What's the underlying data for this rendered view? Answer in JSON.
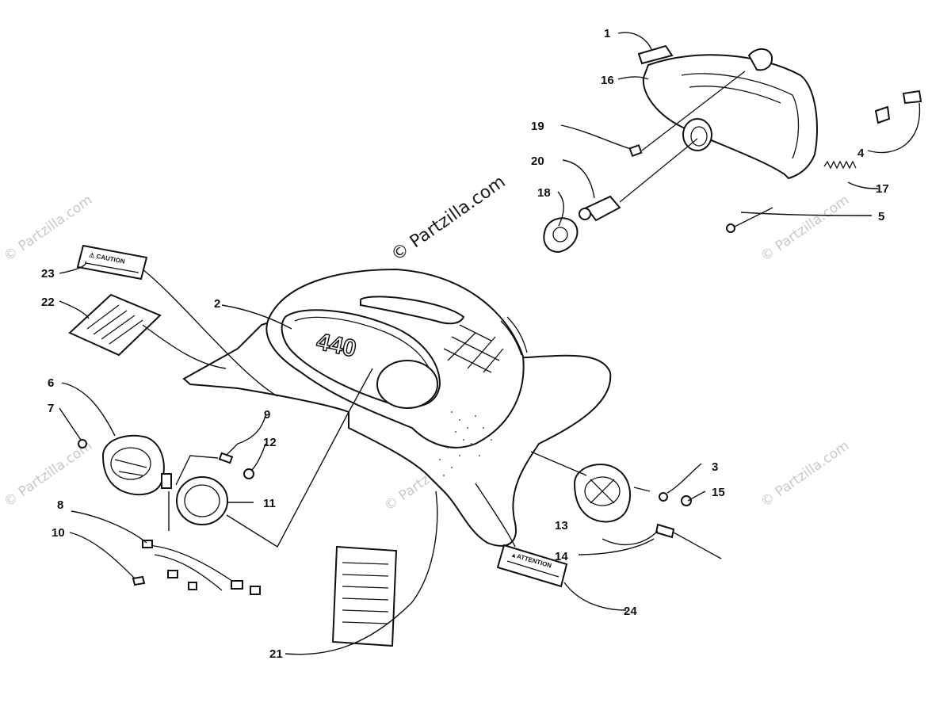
{
  "watermarks": {
    "main": "© Partzilla.com",
    "faint": "© Partzilla.com"
  },
  "decals": {
    "caution": "⚠ CAUTION",
    "attention": "▲ATTENTION",
    "model_number": "440"
  },
  "callouts": [
    {
      "id": "1",
      "label": "1"
    },
    {
      "id": "2",
      "label": "2"
    },
    {
      "id": "3",
      "label": "3"
    },
    {
      "id": "4",
      "label": "4"
    },
    {
      "id": "5",
      "label": "5"
    },
    {
      "id": "6",
      "label": "6"
    },
    {
      "id": "7",
      "label": "7"
    },
    {
      "id": "8",
      "label": "8"
    },
    {
      "id": "9",
      "label": "9"
    },
    {
      "id": "10",
      "label": "10"
    },
    {
      "id": "11",
      "label": "11"
    },
    {
      "id": "12",
      "label": "12"
    },
    {
      "id": "13",
      "label": "13"
    },
    {
      "id": "14",
      "label": "14"
    },
    {
      "id": "15",
      "label": "15"
    },
    {
      "id": "16",
      "label": "16"
    },
    {
      "id": "17",
      "label": "17"
    },
    {
      "id": "18",
      "label": "18"
    },
    {
      "id": "19",
      "label": "19"
    },
    {
      "id": "20",
      "label": "20"
    },
    {
      "id": "21",
      "label": "21"
    },
    {
      "id": "22",
      "label": "22"
    },
    {
      "id": "23",
      "label": "23"
    },
    {
      "id": "24",
      "label": "24"
    }
  ]
}
